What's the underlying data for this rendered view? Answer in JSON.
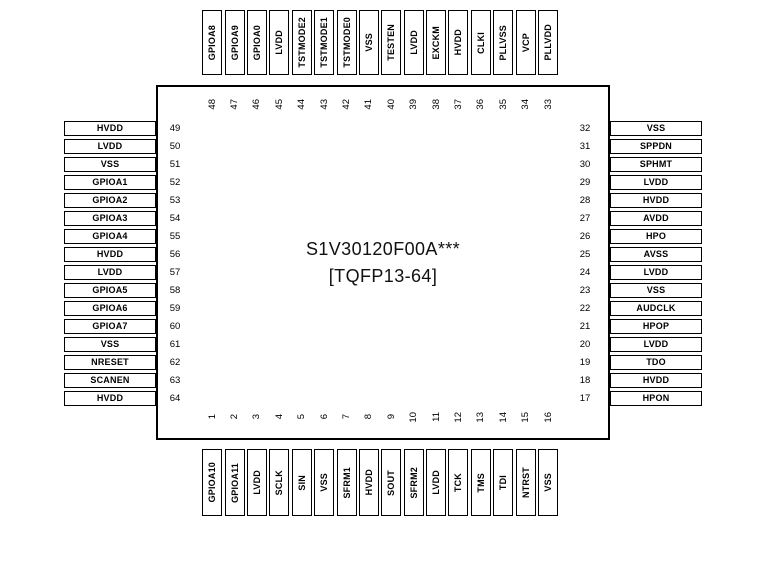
{
  "chip": {
    "part_number": "S1V30120F00A***",
    "package": "[TQFP13-64]"
  },
  "colors": {
    "ink": "#000000",
    "background": "#ffffff"
  },
  "pins": {
    "top": [
      {
        "num": "48",
        "label": "GPIOA8"
      },
      {
        "num": "47",
        "label": "GPIOA9"
      },
      {
        "num": "46",
        "label": "GPIOA0"
      },
      {
        "num": "45",
        "label": "LVDD"
      },
      {
        "num": "44",
        "label": "TSTMODE2"
      },
      {
        "num": "43",
        "label": "TSTMODE1"
      },
      {
        "num": "42",
        "label": "TSTMODE0"
      },
      {
        "num": "41",
        "label": "VSS"
      },
      {
        "num": "40",
        "label": "TESTEN"
      },
      {
        "num": "39",
        "label": "LVDD"
      },
      {
        "num": "38",
        "label": "EXCKM"
      },
      {
        "num": "37",
        "label": "HVDD"
      },
      {
        "num": "36",
        "label": "CLKI"
      },
      {
        "num": "35",
        "label": "PLLVSS"
      },
      {
        "num": "34",
        "label": "VCP"
      },
      {
        "num": "33",
        "label": "PLLVDD"
      }
    ],
    "left": [
      {
        "num": "49",
        "label": "HVDD"
      },
      {
        "num": "50",
        "label": "LVDD"
      },
      {
        "num": "51",
        "label": "VSS"
      },
      {
        "num": "52",
        "label": "GPIOA1"
      },
      {
        "num": "53",
        "label": "GPIOA2"
      },
      {
        "num": "54",
        "label": "GPIOA3"
      },
      {
        "num": "55",
        "label": "GPIOA4"
      },
      {
        "num": "56",
        "label": "HVDD"
      },
      {
        "num": "57",
        "label": "LVDD"
      },
      {
        "num": "58",
        "label": "GPIOA5"
      },
      {
        "num": "59",
        "label": "GPIOA6"
      },
      {
        "num": "60",
        "label": "GPIOA7"
      },
      {
        "num": "61",
        "label": "VSS"
      },
      {
        "num": "62",
        "label": "NRESET"
      },
      {
        "num": "63",
        "label": "SCANEN"
      },
      {
        "num": "64",
        "label": "HVDD"
      }
    ],
    "right": [
      {
        "num": "32",
        "label": "VSS"
      },
      {
        "num": "31",
        "label": "SPPDN"
      },
      {
        "num": "30",
        "label": "SPHMT"
      },
      {
        "num": "29",
        "label": "LVDD"
      },
      {
        "num": "28",
        "label": "HVDD"
      },
      {
        "num": "27",
        "label": "AVDD"
      },
      {
        "num": "26",
        "label": "HPO"
      },
      {
        "num": "25",
        "label": "AVSS"
      },
      {
        "num": "24",
        "label": "LVDD"
      },
      {
        "num": "23",
        "label": "VSS"
      },
      {
        "num": "22",
        "label": "AUDCLK"
      },
      {
        "num": "21",
        "label": "HPOP"
      },
      {
        "num": "20",
        "label": "LVDD"
      },
      {
        "num": "19",
        "label": "TDO"
      },
      {
        "num": "18",
        "label": "HVDD"
      },
      {
        "num": "17",
        "label": "HPON"
      }
    ],
    "bottom": [
      {
        "num": "1",
        "label": "GPIOA10"
      },
      {
        "num": "2",
        "label": "GPIOA11"
      },
      {
        "num": "3",
        "label": "LVDD"
      },
      {
        "num": "4",
        "label": "SCLK"
      },
      {
        "num": "5",
        "label": "SIN"
      },
      {
        "num": "6",
        "label": "VSS"
      },
      {
        "num": "7",
        "label": "SFRM1"
      },
      {
        "num": "8",
        "label": "HVDD"
      },
      {
        "num": "9",
        "label": "SOUT"
      },
      {
        "num": "10",
        "label": "SFRM2"
      },
      {
        "num": "11",
        "label": "LVDD"
      },
      {
        "num": "12",
        "label": "TCK"
      },
      {
        "num": "13",
        "label": "TMS"
      },
      {
        "num": "14",
        "label": "TDI"
      },
      {
        "num": "15",
        "label": "NTRST"
      },
      {
        "num": "16",
        "label": "VSS"
      }
    ]
  }
}
